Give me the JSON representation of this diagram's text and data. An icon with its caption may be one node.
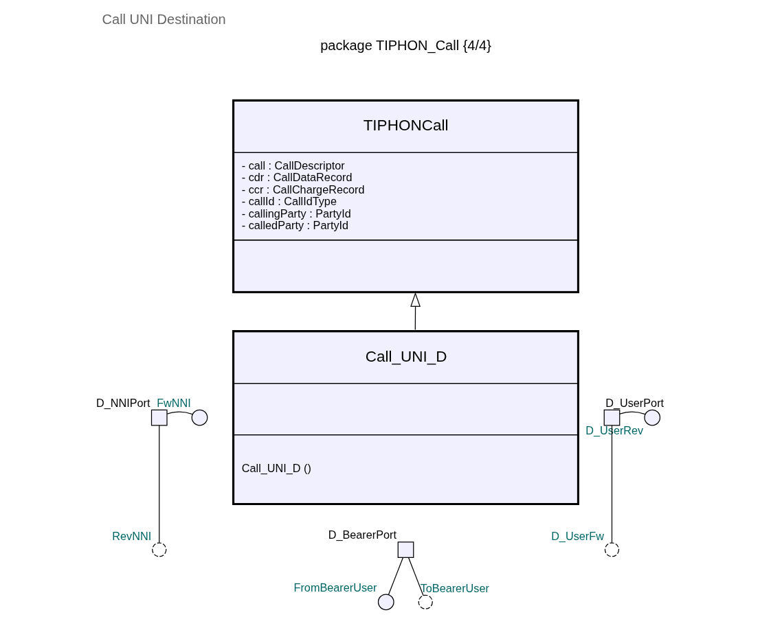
{
  "diagram": {
    "title": "Call UNI Destination",
    "nodes": [
      {
        "text": [
          "TIPHONCall",
          "- call : CallDescriptor",
          "- cdr : CallDataRecord",
          "- ccr : CallChargeRecord",
          "- callId : CallIdType",
          "- callingParty : PartyId",
          "- calledParty : PartyId"
        ]
      },
      {
        "text": [
          "Call_UNI_D",
          "Call_UNI_D ()"
        ]
      },
      {
        "text": [],
        "shape": "box",
        "beside": [
          "D_NNIPort"
        ]
      },
      {
        "text": [],
        "shape": "circle",
        "beside": [
          "FwNNI"
        ]
      },
      {
        "text": [],
        "shape": "socket",
        "beside": [
          "RevNNI"
        ]
      },
      {
        "text": [],
        "shape": "box",
        "beside": [
          "D_UserPort"
        ]
      },
      {
        "text": [],
        "shape": "circle",
        "beside": [
          "D_UserRev"
        ]
      },
      {
        "text": [],
        "shape": "socket",
        "beside": [
          "D_UserFw"
        ]
      },
      {
        "text": [],
        "shape": "box",
        "beside": [
          "D_BearerPort"
        ]
      },
      {
        "text": [],
        "shape": "circle",
        "beside": [
          "FromBearerUser"
        ]
      },
      {
        "text": [],
        "shape": "socket",
        "beside": [
          "ToBearerUser"
        ]
      }
    ],
    "edges": [
      {
        "from": 1,
        "to": 0,
        "arrow": "to"
      },
      {
        "from": 2,
        "to": 3,
        "arrow": "none"
      },
      {
        "from": 2,
        "to": 4,
        "arrow": "none"
      },
      {
        "from": 5,
        "to": 6,
        "arrow": "none"
      },
      {
        "from": 5,
        "to": 7,
        "arrow": "none"
      },
      {
        "from": 8,
        "to": 9,
        "arrow": "none"
      },
      {
        "from": 8,
        "to": 10,
        "arrow": "none"
      }
    ],
    "labels": [
      "package TIPHON_Call {4/4}"
    ]
  }
}
